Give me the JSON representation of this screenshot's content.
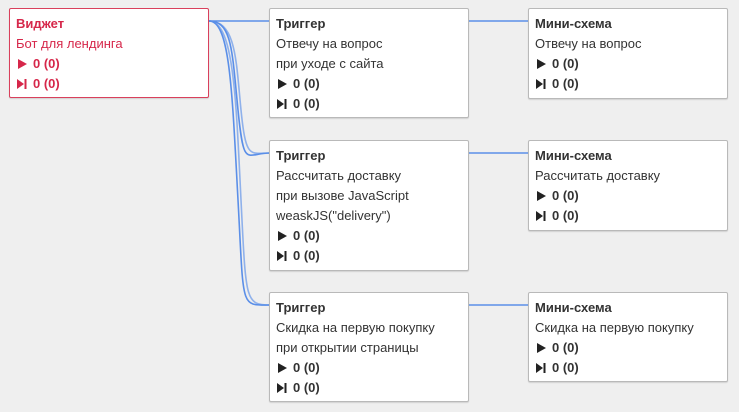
{
  "widget": {
    "title": "Виджет",
    "subtitle": "Бот для лендинга",
    "runs": "0 (0)",
    "stops": "0 (0)"
  },
  "rows": [
    {
      "trigger": {
        "title": "Триггер",
        "lines": [
          "Отвечу на вопрос",
          "при уходе с сайта"
        ],
        "runs": "0 (0)",
        "stops": "0 (0)"
      },
      "mini": {
        "title": "Мини-схема",
        "lines": [
          "Отвечу на вопрос"
        ],
        "runs": "0 (0)",
        "stops": "0 (0)"
      }
    },
    {
      "trigger": {
        "title": "Триггер",
        "lines": [
          "Рассчитать доставку",
          "при вызове JavaScript",
          "weaskJS(\"delivery\")"
        ],
        "runs": "0 (0)",
        "stops": "0 (0)"
      },
      "mini": {
        "title": "Мини-схема",
        "lines": [
          "Рассчитать доставку"
        ],
        "runs": "0 (0)",
        "stops": "0 (0)"
      }
    },
    {
      "trigger": {
        "title": "Триггер",
        "lines": [
          "Скидка на первую покупку",
          "при открытии страницы"
        ],
        "runs": "0 (0)",
        "stops": "0 (0)"
      },
      "mini": {
        "title": "Мини-схема",
        "lines": [
          "Скидка на первую покупку"
        ],
        "runs": "0 (0)",
        "stops": "0 (0)"
      }
    }
  ],
  "icons": {
    "runs": "play-icon",
    "stops": "skip-end-icon"
  },
  "colors": {
    "widget_accent": "#d6274a",
    "connector": "#5b8fe8",
    "text": "#333333",
    "icon": "#222222"
  }
}
